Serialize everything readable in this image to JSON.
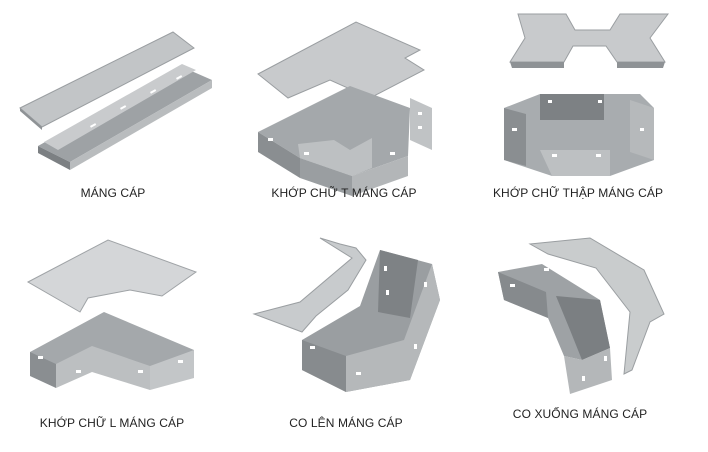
{
  "products": [
    {
      "label": "MÁNG CÁP",
      "icon": "cable-tray-icon"
    },
    {
      "label": "KHỚP CHỮ T MÁNG CÁP",
      "icon": "tee-joint-icon"
    },
    {
      "label": "KHỚP CHỮ THẬP MÁNG CÁP",
      "icon": "cross-joint-icon"
    },
    {
      "label": "KHỚP CHỮ L MÁNG CÁP",
      "icon": "elbow-joint-icon"
    },
    {
      "label": "CO LÊN MÁNG CÁP",
      "icon": "riser-up-icon"
    },
    {
      "label": "CO XUỐNG MÁNG CÁP",
      "icon": "riser-down-icon"
    }
  ],
  "colors": {
    "metal_light": "#d9dbdc",
    "metal_mid": "#b8bbbd",
    "metal_dark": "#8e9295",
    "metal_shadow": "#6f7376",
    "hole": "#ffffff",
    "text": "#222222"
  }
}
